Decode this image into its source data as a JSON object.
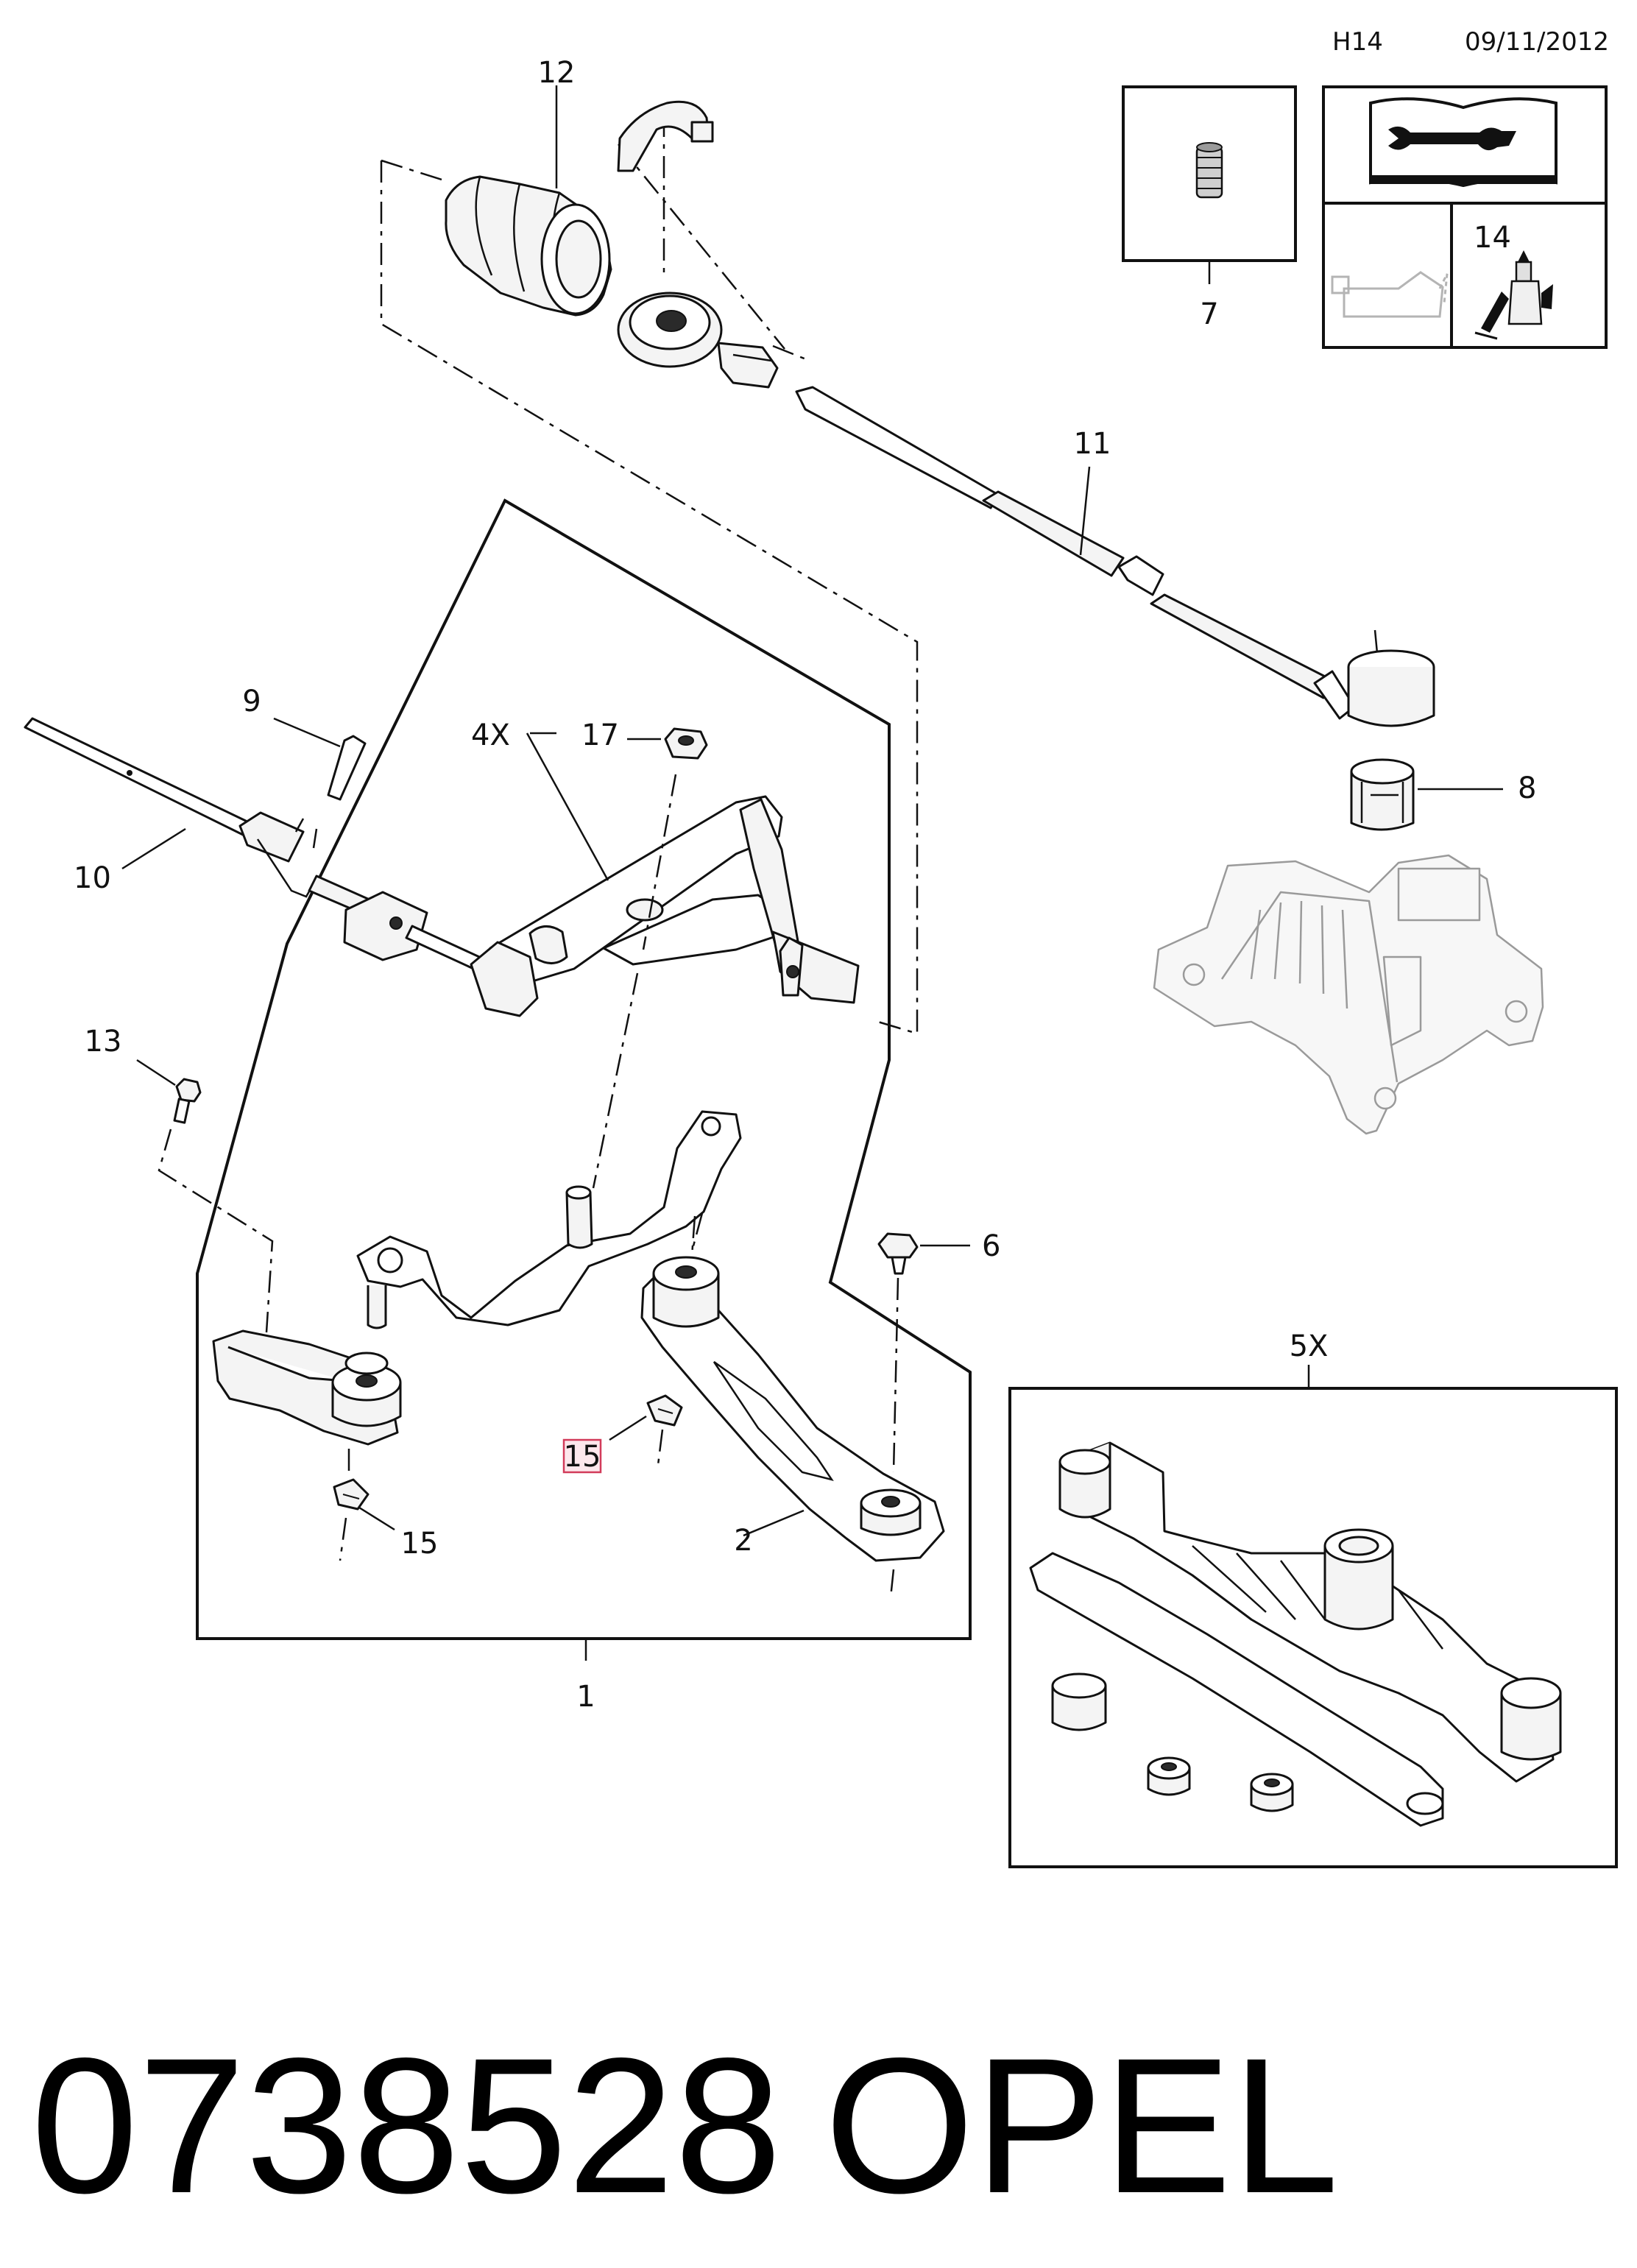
{
  "header": {
    "code": "H14",
    "date": "09/11/2012"
  },
  "callouts": {
    "c1": "1",
    "c2": "2",
    "c4x": "4X",
    "c5x": "5X",
    "c6": "6",
    "c7": "7",
    "c8": "8",
    "c9": "9",
    "c10": "10",
    "c11": "11",
    "c12": "12",
    "c13": "13",
    "c14": "14",
    "c15a": "15",
    "c15b": "15",
    "c17": "17"
  },
  "footer": {
    "part_number": "0738528",
    "brand": "OPEL"
  },
  "icons": [
    "repair-manual-icon",
    "oil-can-icon",
    "adhesive-tube-icon",
    "threaded-insert-icon"
  ],
  "colors": {
    "line": "#111111",
    "highlight_box": "#d23b5a"
  }
}
